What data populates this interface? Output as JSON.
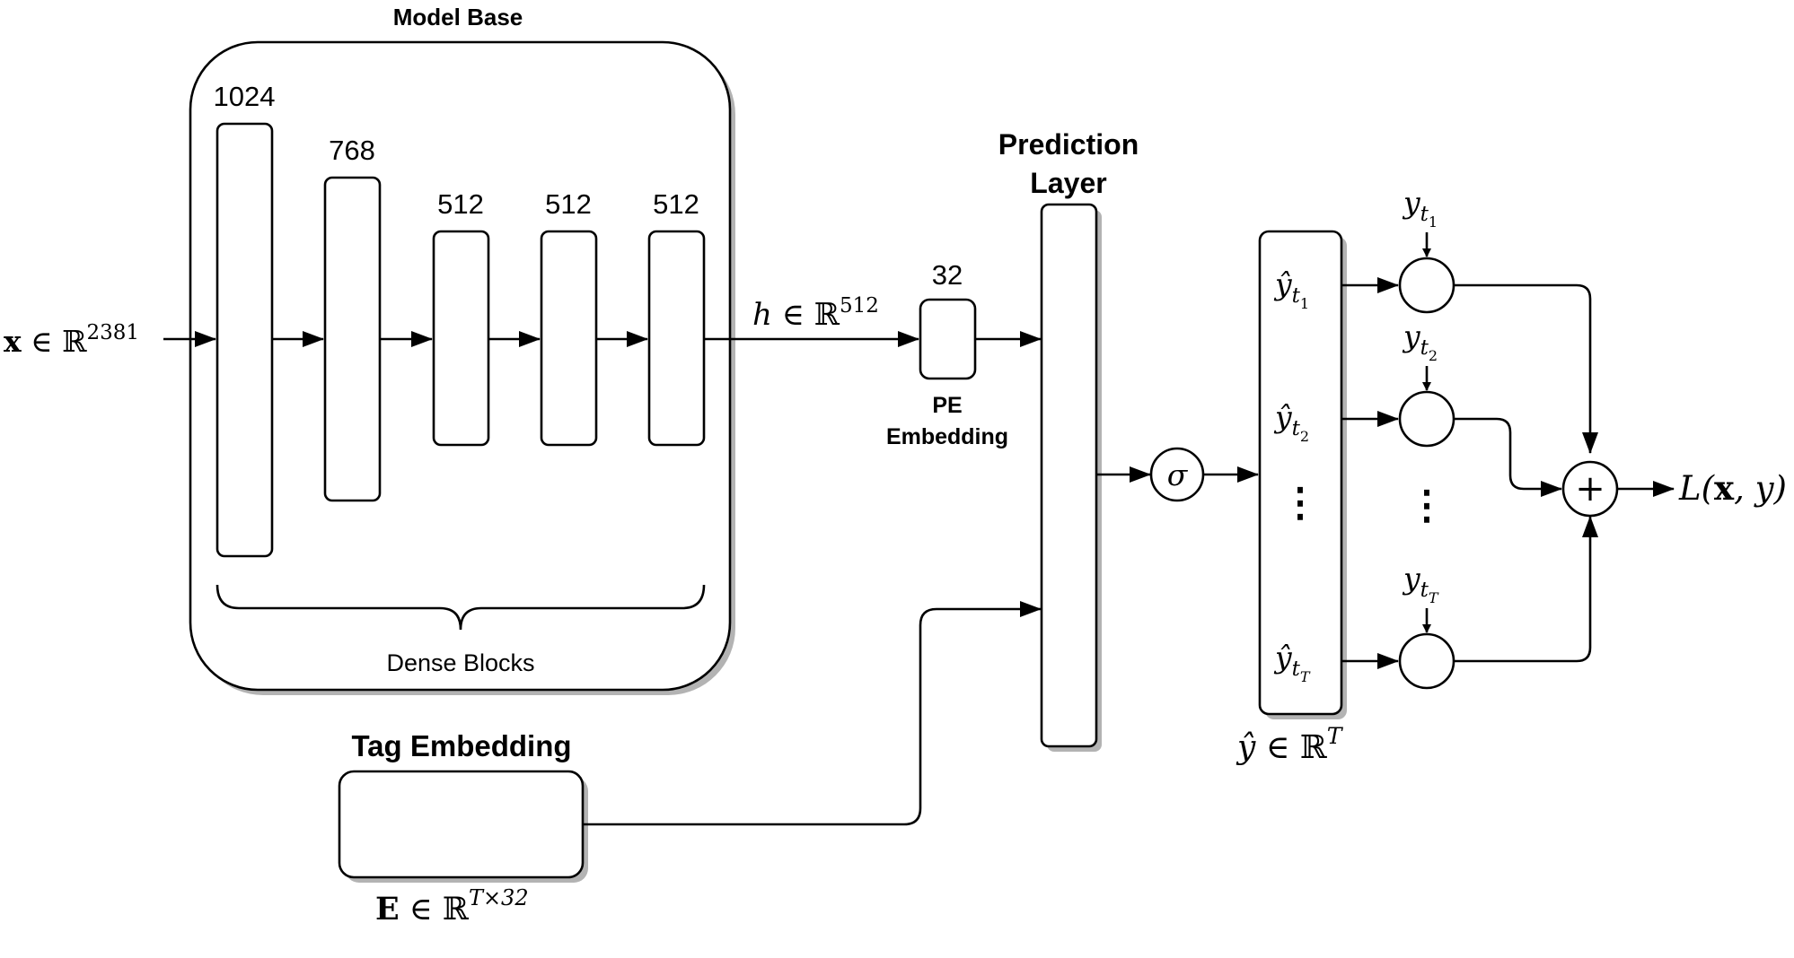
{
  "model_base": {
    "title": "Model Base",
    "layer_sizes": [
      "1024",
      "768",
      "512",
      "512",
      "512"
    ],
    "dense_blocks_label": "Dense Blocks"
  },
  "input_label": {
    "var": "x",
    "rel": " ∈ ℝ",
    "sup": "2381"
  },
  "hidden_label": {
    "var": "h",
    "rel": " ∈ ℝ",
    "sup": "512"
  },
  "pe": {
    "size": "32",
    "label_line1": "PE",
    "label_line2": "Embedding"
  },
  "prediction_layer": {
    "line1": "Prediction",
    "line2": "Layer"
  },
  "sigma": "σ",
  "tag_embedding": {
    "title": "Tag Embedding",
    "var": "E",
    "rel": " ∈ ℝ",
    "sup": "T×32"
  },
  "outputs": {
    "yhat_labels": [
      {
        "base": "ŷ",
        "sub": "t",
        "subsub": "1"
      },
      {
        "base": "ŷ",
        "sub": "t",
        "subsub": "2"
      },
      {
        "base": "ŷ",
        "sub": "t",
        "subsub": "T"
      }
    ],
    "vector_label": {
      "var": "ŷ",
      "rel": " ∈ ℝ",
      "sup": "T"
    },
    "y_labels": [
      {
        "base": "y",
        "sub": "t",
        "subsub": "1"
      },
      {
        "base": "y",
        "sub": "t",
        "subsub": "2"
      },
      {
        "base": "y",
        "sub": "t",
        "subsub": "T"
      }
    ],
    "ellipsis": "⋮"
  },
  "sum_symbol": "+",
  "loss_label": {
    "fn": "L(",
    "bold": "x",
    "rest": ", y)"
  }
}
